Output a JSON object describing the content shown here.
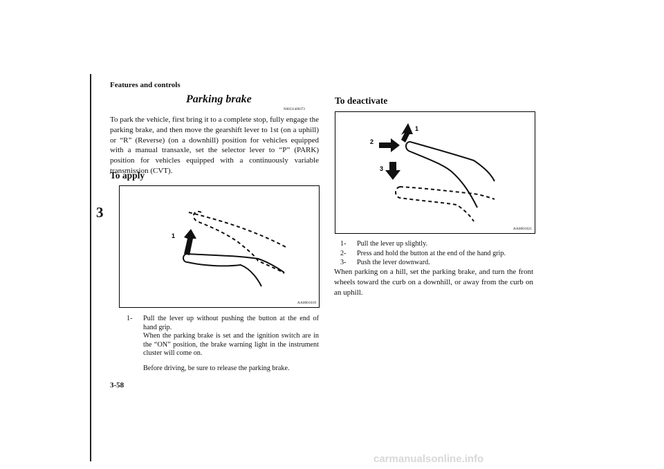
{
  "page": {
    "section_header": "Features and controls",
    "chapter_number": "3",
    "page_number": "3-58",
    "watermark": "carmanualsonline.info"
  },
  "parking_brake": {
    "title": "Parking brake",
    "ref_code": "N00511400373",
    "intro": "To park the vehicle, first bring it to a complete stop, fully engage the parking brake, and then move the gearshift lever to 1st (on a uphill) or “R” (Reverse) (on a downhill) position for vehicles equipped with a manual transaxle, set the selector lever to “P” (PARK) position for vehicles equipped with a continuously variable transmission (CVT)."
  },
  "apply": {
    "heading": "To apply",
    "figure_code": "AA0001018",
    "figure_callouts": [
      "1"
    ],
    "steps": [
      {
        "num": "1-",
        "text": "Pull the lever up without pushing the button at the end of hand grip.",
        "text2": "When the parking brake is set and the ignition switch are in the “ON” position, the brake warning light in the instrument cluster will come on."
      }
    ],
    "note": "Before driving, be sure to release the parking brake."
  },
  "deactivate": {
    "heading": "To deactivate",
    "figure_code": "AA0001021",
    "figure_callouts": [
      "1",
      "2",
      "3"
    ],
    "steps": [
      {
        "num": "1-",
        "text": "Pull the lever up slightly."
      },
      {
        "num": "2-",
        "text": "Press and hold the button at the end of the hand grip."
      },
      {
        "num": "3-",
        "text": "Push the lever downward."
      }
    ],
    "closing": "When parking on a hill, set the parking brake, and turn the front wheels toward the curb on a downhill, or away from the curb on an uphill."
  }
}
